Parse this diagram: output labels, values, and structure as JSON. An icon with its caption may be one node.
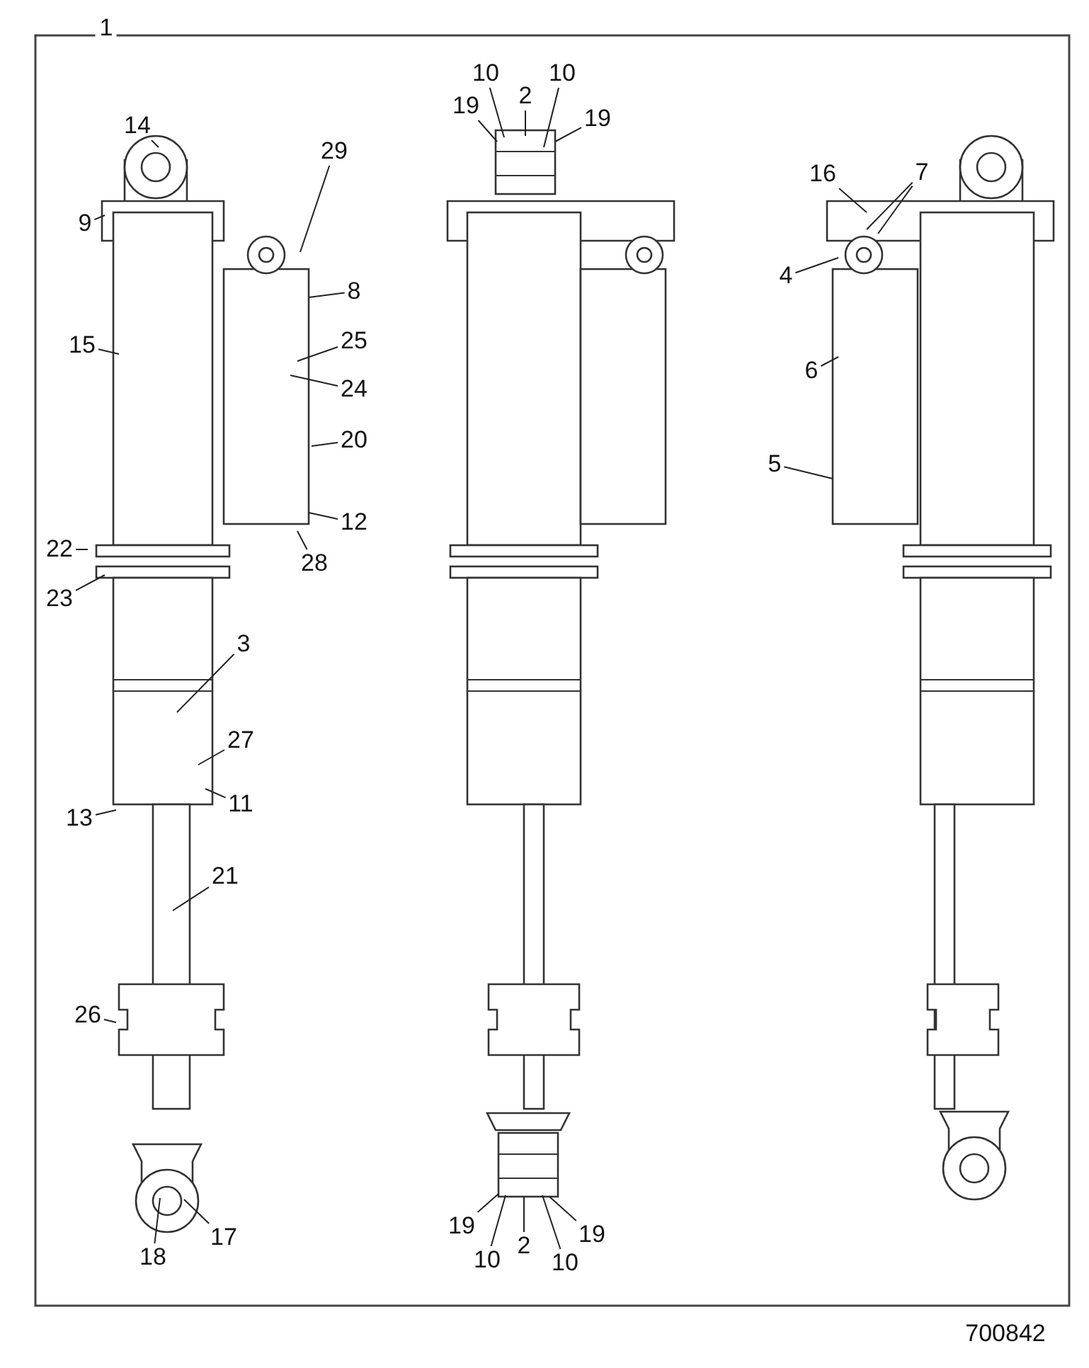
{
  "diagram": {
    "nodes": [
      {
        "text": [
          "10"
        ]
      },
      {
        "text": [
          "10"
        ]
      },
      {
        "text": [
          "2"
        ]
      },
      {
        "text": [
          "19"
        ]
      },
      {
        "text": [
          "19"
        ]
      },
      {
        "text": [
          "14"
        ]
      },
      {
        "text": [
          "29"
        ]
      },
      {
        "text": [
          "16"
        ]
      },
      {
        "text": [
          "7"
        ]
      },
      {
        "text": [
          "9"
        ]
      },
      {
        "text": [
          "4"
        ]
      },
      {
        "text": [
          "8"
        ]
      },
      {
        "text": [
          "15"
        ]
      },
      {
        "text": [
          "25"
        ]
      },
      {
        "text": [
          "6"
        ]
      },
      {
        "text": [
          "24"
        ]
      },
      {
        "text": [
          "20"
        ]
      },
      {
        "text": [
          "5"
        ]
      },
      {
        "text": [
          "12"
        ]
      },
      {
        "text": [
          "22"
        ]
      },
      {
        "text": [
          "28"
        ]
      },
      {
        "text": [
          "23"
        ]
      },
      {
        "text": [
          "3"
        ]
      },
      {
        "text": [
          "27"
        ]
      },
      {
        "text": [
          "11"
        ]
      },
      {
        "text": [
          "13"
        ]
      },
      {
        "text": [
          "21"
        ]
      },
      {
        "text": [
          "26"
        ]
      },
      {
        "text": [
          "17"
        ]
      },
      {
        "text": [
          "18"
        ]
      },
      {
        "text": [
          "19"
        ]
      },
      {
        "text": [
          "2"
        ]
      },
      {
        "text": [
          "19"
        ]
      },
      {
        "text": [
          "10"
        ]
      },
      {
        "text": [
          "10"
        ]
      }
    ],
    "edges": [
      {
        "from": 0,
        "to": null,
        "arrow": "none"
      },
      {
        "from": 1,
        "to": null,
        "arrow": "none"
      },
      {
        "from": 2,
        "to": null,
        "arrow": "none"
      },
      {
        "from": 3,
        "to": null,
        "arrow": "none"
      },
      {
        "from": 4,
        "to": null,
        "arrow": "none"
      },
      {
        "from": 5,
        "to": null,
        "arrow": "none"
      },
      {
        "from": 6,
        "to": null,
        "arrow": "none"
      },
      {
        "from": 7,
        "to": null,
        "arrow": "none"
      },
      {
        "from": 8,
        "to": null,
        "arrow": "none"
      },
      {
        "from": 8,
        "to": null,
        "arrow": "none"
      },
      {
        "from": 9,
        "to": null,
        "arrow": "none"
      },
      {
        "from": 10,
        "to": null,
        "arrow": "none"
      },
      {
        "from": 11,
        "to": null,
        "arrow": "none"
      },
      {
        "from": 12,
        "to": null,
        "arrow": "none"
      },
      {
        "from": 13,
        "to": null,
        "arrow": "none"
      },
      {
        "from": 14,
        "to": null,
        "arrow": "none"
      },
      {
        "from": 15,
        "to": null,
        "arrow": "none"
      },
      {
        "from": 16,
        "to": null,
        "arrow": "none"
      },
      {
        "from": 17,
        "to": null,
        "arrow": "none"
      },
      {
        "from": 18,
        "to": null,
        "arrow": "none"
      },
      {
        "from": 19,
        "to": null,
        "arrow": "none"
      },
      {
        "from": 20,
        "to": null,
        "arrow": "none"
      },
      {
        "from": 21,
        "to": null,
        "arrow": "none"
      },
      {
        "from": 22,
        "to": null,
        "arrow": "none"
      },
      {
        "from": 23,
        "to": null,
        "arrow": "none"
      },
      {
        "from": 24,
        "to": null,
        "arrow": "none"
      },
      {
        "from": 25,
        "to": null,
        "arrow": "none"
      },
      {
        "from": 26,
        "to": null,
        "arrow": "none"
      },
      {
        "from": 27,
        "to": null,
        "arrow": "none"
      },
      {
        "from": 28,
        "to": null,
        "arrow": "none"
      },
      {
        "from": 29,
        "to": null,
        "arrow": "none"
      },
      {
        "from": 30,
        "to": null,
        "arrow": "none"
      },
      {
        "from": 31,
        "to": null,
        "arrow": "none"
      },
      {
        "from": 32,
        "to": null,
        "arrow": "none"
      },
      {
        "from": 33,
        "to": null,
        "arrow": "none"
      },
      {
        "from": 34,
        "to": null,
        "arrow": "none"
      }
    ],
    "labels": [
      "1",
      "700842"
    ]
  }
}
